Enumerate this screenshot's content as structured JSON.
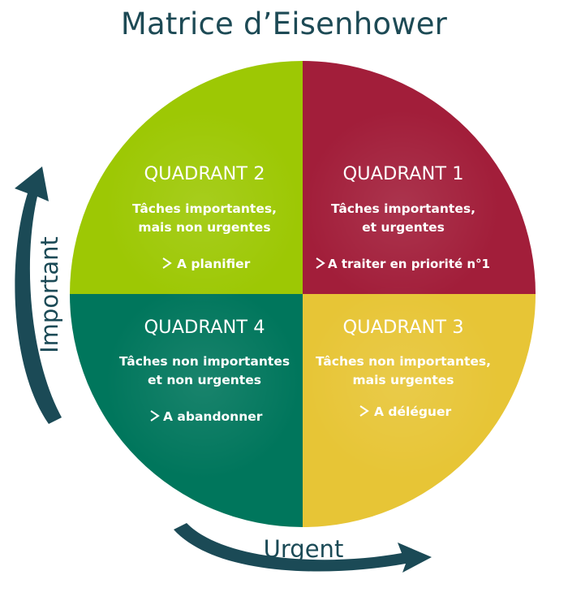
{
  "title": "Matrice d’Eisenhower",
  "colors": {
    "title_text": "#1d4a55",
    "axis": "#1b4a56",
    "q1": "#a21e3a",
    "q2": "#9dc804",
    "q3": "#e7c536",
    "q4": "#00765c"
  },
  "axes": {
    "vertical_label": "Important",
    "horizontal_label": "Urgent"
  },
  "quadrants": {
    "q1": {
      "title": "QUADRANT 1",
      "line1": "Tâches importantes,",
      "line2": "et urgentes",
      "action": "A traiter en priorité n°1"
    },
    "q2": {
      "title": "QUADRANT 2",
      "line1": "Tâches importantes,",
      "line2": "mais non urgentes",
      "action": "A planifier"
    },
    "q3": {
      "title": "QUADRANT 3",
      "line1": "Tâches non importantes,",
      "line2": "mais urgentes",
      "action": "A déléguer"
    },
    "q4": {
      "title": "QUADRANT 4",
      "line1": "Tâches non importantes",
      "line2": "et non urgentes",
      "action": "A abandonner"
    }
  }
}
